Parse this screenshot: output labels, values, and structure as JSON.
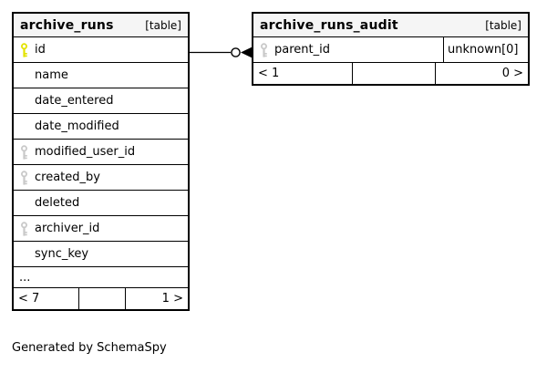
{
  "diagram": {
    "generated_by": "Generated by SchemaSpy",
    "colors": {
      "background": "#ffffff",
      "border": "#000000",
      "header_bg": "#f5f5f5",
      "primary_key": "#e3e300",
      "secondary_key": "#c9c9c9"
    },
    "tables": [
      {
        "name": "archive_runs",
        "type_label": "[table]",
        "columns": [
          {
            "name": "id",
            "key": "primary"
          },
          {
            "name": "name"
          },
          {
            "name": "date_entered"
          },
          {
            "name": "date_modified"
          },
          {
            "name": "modified_user_id",
            "key": "secondary"
          },
          {
            "name": "created_by",
            "key": "secondary"
          },
          {
            "name": "deleted"
          },
          {
            "name": "archiver_id",
            "key": "secondary"
          },
          {
            "name": "sync_key"
          }
        ],
        "ellipsis": "...",
        "footer": {
          "left": "< 7",
          "middle": "",
          "right": "1 >"
        }
      },
      {
        "name": "archive_runs_audit",
        "type_label": "[table]",
        "columns": [
          {
            "name": "parent_id",
            "key": "secondary",
            "type": "unknown[0]"
          }
        ],
        "footer": {
          "left": "< 1",
          "middle": "",
          "right": "0 >"
        }
      }
    ],
    "relationship": {
      "from_table": "archive_runs",
      "from_column": "id",
      "to_table": "archive_runs_audit",
      "to_column": "parent_id"
    }
  }
}
